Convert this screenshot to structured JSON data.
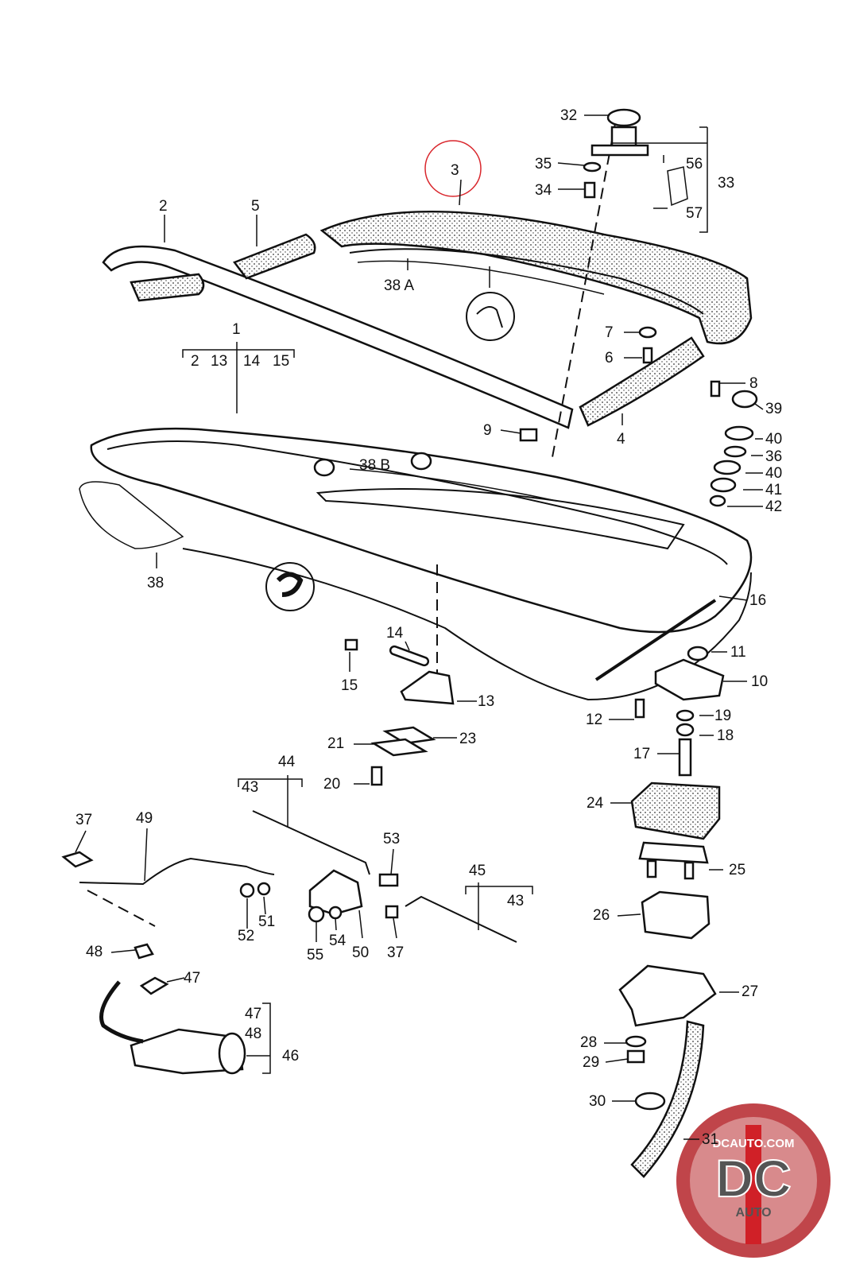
{
  "labels": [
    "32",
    "35",
    "34",
    "56",
    "33",
    "57",
    "3",
    "2",
    "5",
    "38 A",
    "7",
    "6",
    "8",
    "39",
    "40",
    "36",
    "40",
    "41",
    "42",
    "4",
    "9",
    "1",
    "2",
    "13",
    "14",
    "15",
    "38 B",
    "38",
    "16",
    "14",
    "15",
    "11",
    "10",
    "13",
    "12",
    "19",
    "18",
    "23",
    "21",
    "17",
    "44",
    "43",
    "20",
    "24",
    "37",
    "49",
    "53",
    "45",
    "43",
    "25",
    "52",
    "51",
    "55",
    "54",
    "50",
    "37",
    "26",
    "48",
    "47",
    "27",
    "47",
    "48",
    "46",
    "28",
    "29",
    "30",
    "31"
  ],
  "highlight": {
    "label": "3",
    "color": "#d9262c"
  },
  "logo": {
    "top": "DCAUTO.COM",
    "main": "DC",
    "bottom": "AUTO",
    "colors": {
      "ring": "#c0454a",
      "accent": "#d02027",
      "letters": "#555555"
    }
  }
}
